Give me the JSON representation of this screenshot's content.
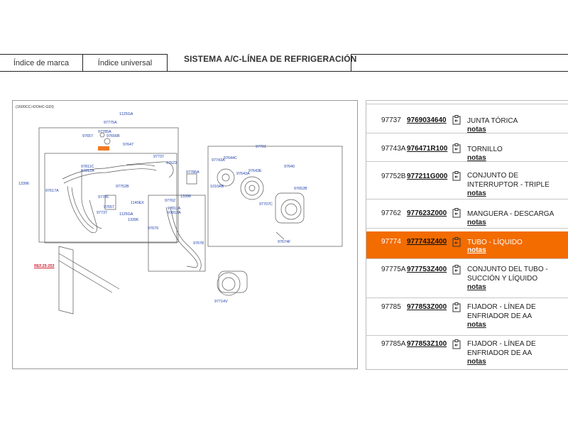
{
  "tabs": [
    {
      "label": "Índice de marca"
    },
    {
      "label": "Índice universal"
    }
  ],
  "page_title": "SISTEMA A/C-LÍNEA DE REFRIGERACIÓN",
  "diagram": {
    "engine_code": "(1600CC>DOHC-GDI)",
    "ref_label": "REF.25-253",
    "labels": [
      "1125GA",
      "97775A",
      "97785A",
      "97656B",
      "97657",
      "97647",
      "97737",
      "97623",
      "97811C",
      "97812A",
      "97786A",
      "13396",
      "97617A",
      "97785",
      "97752B",
      "97762",
      "1140EX",
      "97657",
      "1125GA",
      "13396",
      "97737",
      "97811A",
      "97812A",
      "97679",
      "97678",
      "97701",
      "97743A",
      "97644C",
      "97643E",
      "97640",
      "1010AB",
      "97643A",
      "97652B",
      "97707C",
      "97674F",
      "13396",
      "97714V"
    ]
  },
  "parts": [
    {
      "ref": "",
      "pn": "",
      "desc": "",
      "notas": "notas"
    },
    {
      "ref": "97737",
      "pn": "9769034640",
      "desc": "JUNTA TÓRICA",
      "notas": "notas"
    },
    {
      "ref": "97743A",
      "pn": "976471R100",
      "desc": "TORNILLO",
      "notas": "notas"
    },
    {
      "ref": "97752B",
      "pn": "977211G000",
      "desc": "CONJUNTO DE INTERRUPTOR - TRIPLE",
      "notas": "notas"
    },
    {
      "ref": "97762",
      "pn": "977623Z000",
      "desc": "MANGUERA - DESCARGA",
      "notas": "notas"
    },
    {
      "ref": "97774",
      "pn": "977743Z400",
      "desc": "TUBO - LÍQUIDO",
      "notas": "notas"
    },
    {
      "ref": "97775A",
      "pn": "977753Z400",
      "desc": "CONJUNTO DEL TUBO - SUCCIÓN Y LÍQUIDO",
      "notas": "notas"
    },
    {
      "ref": "97785",
      "pn": "977853Z000",
      "desc": "FIJADOR - LÍNEA DE ENFRIADOR DE AA",
      "notas": "notas"
    },
    {
      "ref": "97785A",
      "pn": "977853Z100",
      "desc": "FIJADOR - LÍNEA DE ENFRIADOR DE AA",
      "notas": "notas"
    }
  ],
  "colors": {
    "selected_row": "#f26c00",
    "label_blue": "#1e3fa8"
  },
  "icon_names": {
    "row_icon": "clipboard-arrow-icon"
  }
}
